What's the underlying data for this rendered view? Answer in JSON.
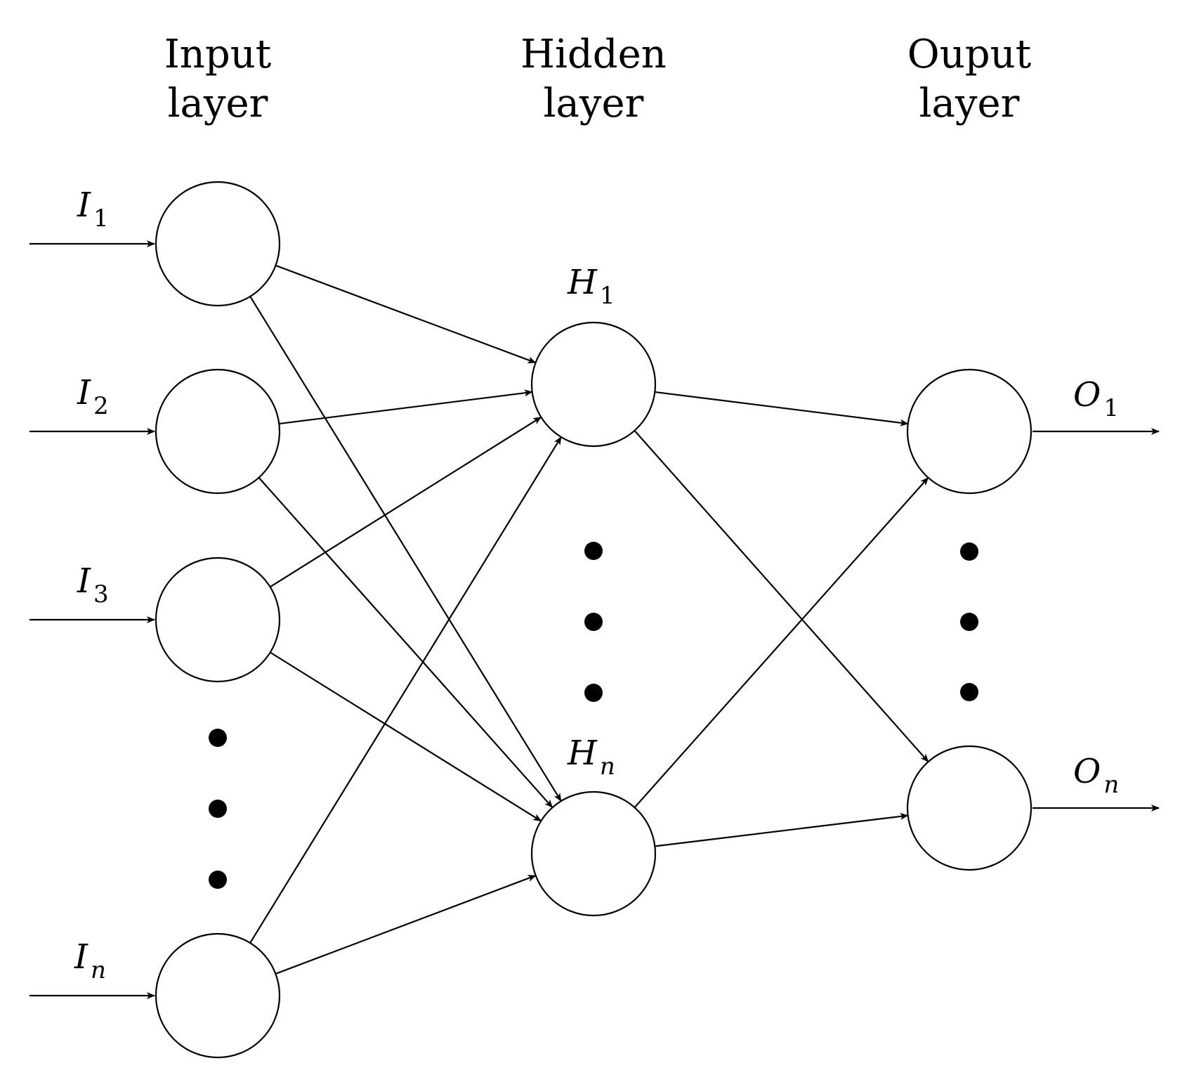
{
  "layers": {
    "input": {
      "title_line1": "Input",
      "title_line2": "layer"
    },
    "hidden": {
      "title_line1": "Hidden",
      "title_line2": "layer"
    },
    "output": {
      "title_line1": "Ouput",
      "title_line2": "layer"
    }
  },
  "input_nodes": [
    {
      "id": "i1",
      "symbol": "I",
      "subscript": "1"
    },
    {
      "id": "i2",
      "symbol": "I",
      "subscript": "2"
    },
    {
      "id": "i3",
      "symbol": "I",
      "subscript": "3"
    },
    {
      "id": "in",
      "symbol": "I",
      "subscript": "n"
    }
  ],
  "hidden_nodes": [
    {
      "id": "h1",
      "symbol": "H",
      "subscript": "1"
    },
    {
      "id": "hn",
      "symbol": "H",
      "subscript": "n"
    }
  ],
  "output_nodes": [
    {
      "id": "o1",
      "symbol": "O",
      "subscript": "1"
    },
    {
      "id": "on",
      "symbol": "O",
      "subscript": "n"
    }
  ],
  "connections": [
    [
      "i1",
      "h1"
    ],
    [
      "i1",
      "hn"
    ],
    [
      "i2",
      "h1"
    ],
    [
      "i2",
      "hn"
    ],
    [
      "i3",
      "h1"
    ],
    [
      "i3",
      "hn"
    ],
    [
      "in",
      "h1"
    ],
    [
      "in",
      "hn"
    ],
    [
      "h1",
      "o1"
    ],
    [
      "h1",
      "on"
    ],
    [
      "hn",
      "o1"
    ],
    [
      "hn",
      "on"
    ]
  ],
  "colors": {
    "stroke": "#000000",
    "background": "#ffffff"
  }
}
